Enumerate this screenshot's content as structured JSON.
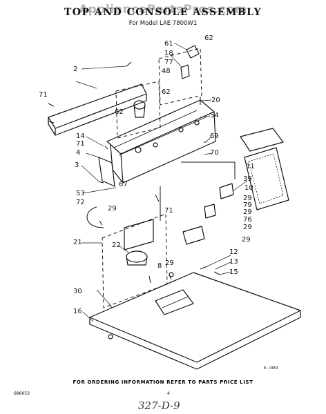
{
  "watermark": "AppliancePartsPros.com",
  "title": "TOP AND CONSOLE ASSEMBLY",
  "subtitle": "For Model LAE 7800W1",
  "footer": "FOR ORDERING INFORMATION REFER TO PARTS PRICE LIST",
  "doc_number": "686053",
  "page_number": "4",
  "handwritten_note": "327-D-9",
  "drawing_code": "8 - 0653",
  "callouts": [
    "2",
    "3",
    "4",
    "8",
    "10",
    "11",
    "12",
    "13",
    "14",
    "15",
    "16",
    "18",
    "20",
    "21",
    "22",
    "29",
    "29",
    "29",
    "29",
    "29",
    "29",
    "30",
    "39",
    "48",
    "53",
    "54",
    "61",
    "62",
    "62",
    "62",
    "67",
    "69",
    "70",
    "71",
    "71",
    "71",
    "72",
    "76",
    "77",
    "79"
  ]
}
